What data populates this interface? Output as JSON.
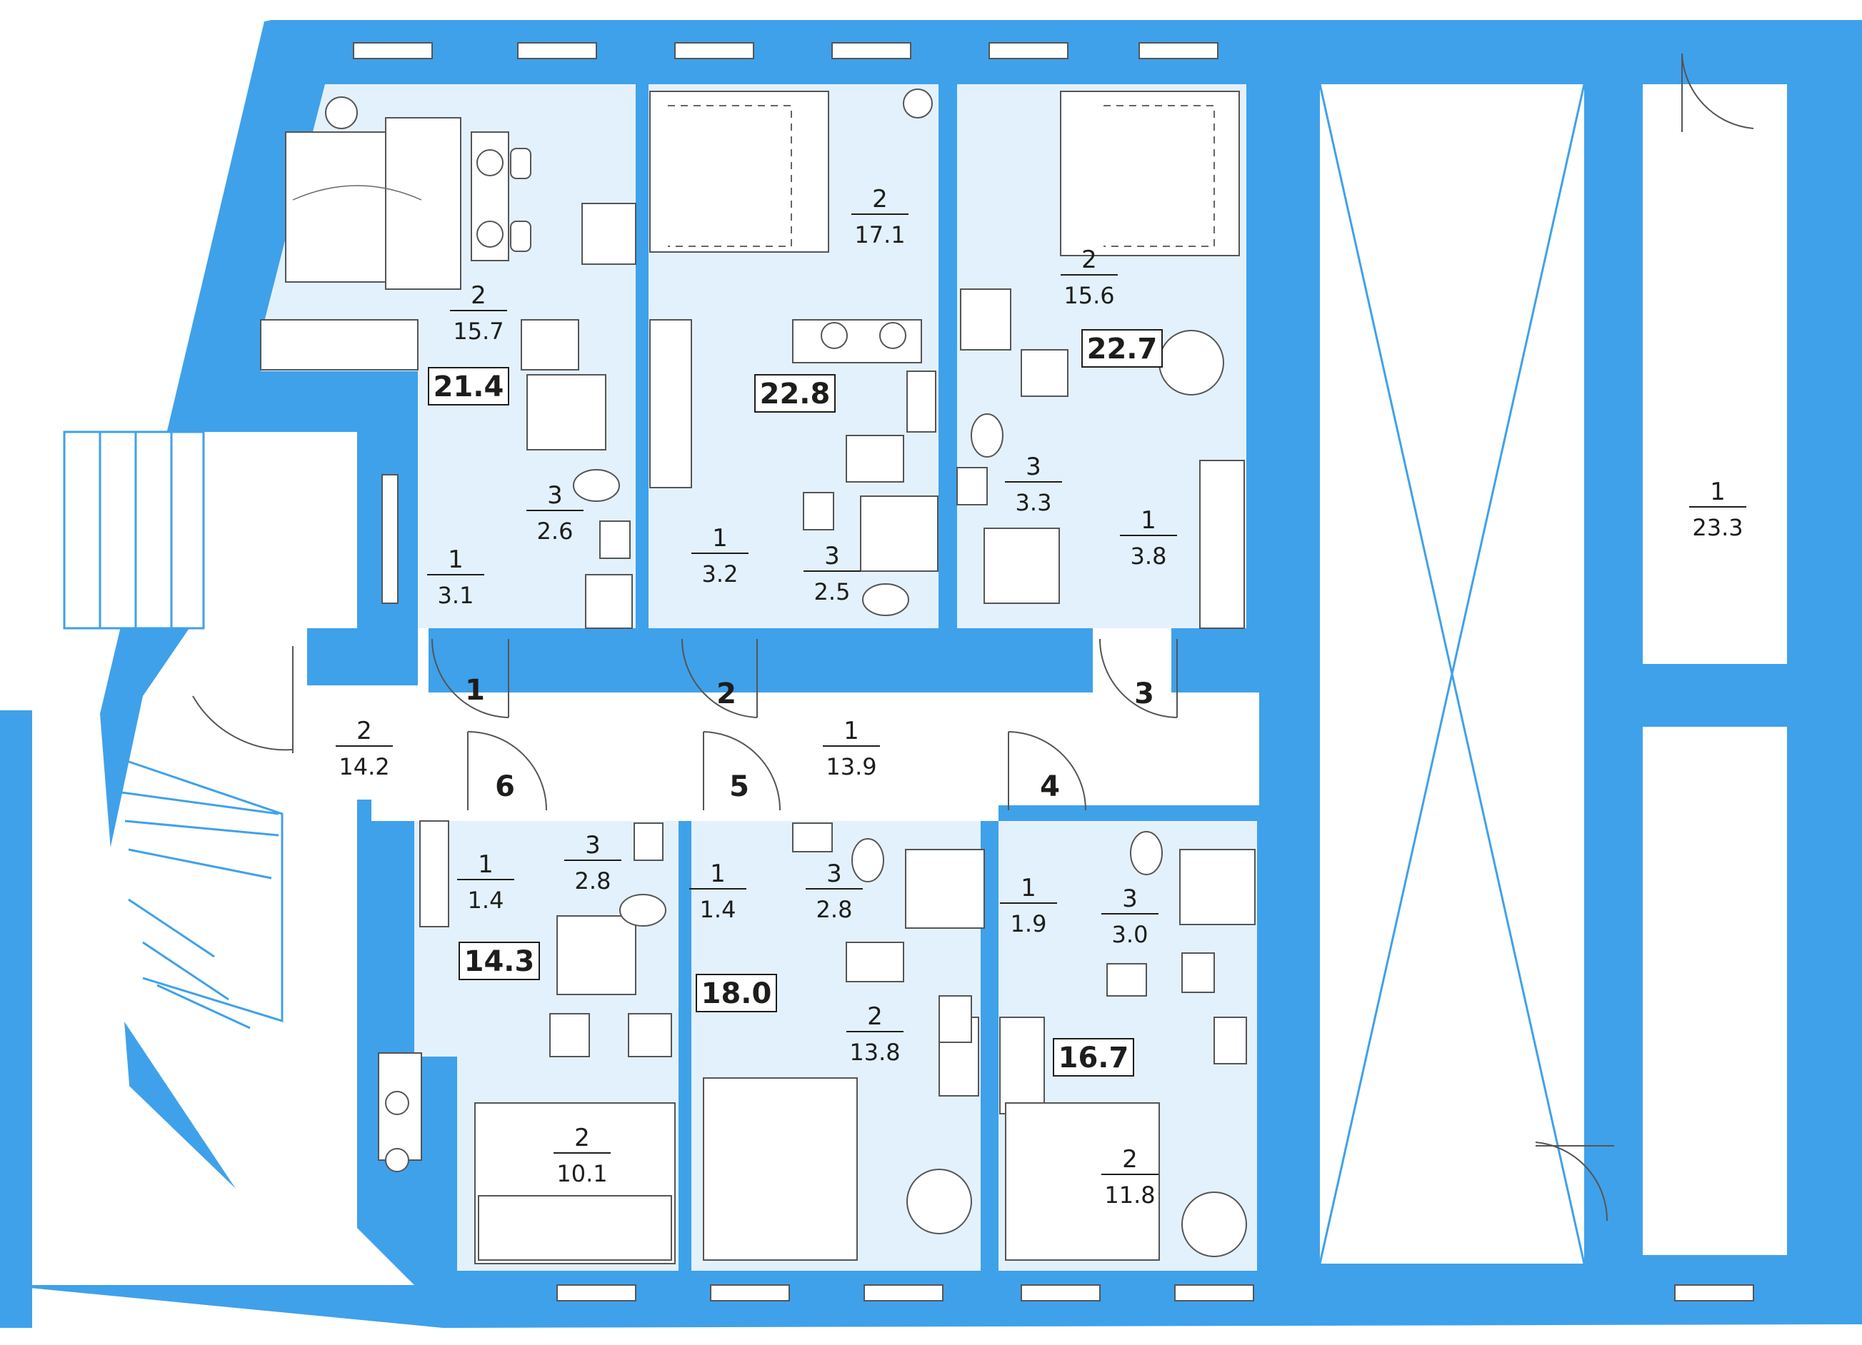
{
  "colors": {
    "wall": "#3fa1ea",
    "room_fill": "#e3f1fc",
    "corridor_fill": "#ffffff",
    "text": "#1d1d1b"
  },
  "apartments": [
    {
      "door": "1",
      "total": "21.4",
      "rooms": [
        {
          "num": "2",
          "area": "15.7"
        },
        {
          "num": "3",
          "area": "2.6"
        },
        {
          "num": "1",
          "area": "3.1"
        }
      ]
    },
    {
      "door": "2",
      "total": "22.8",
      "rooms": [
        {
          "num": "2",
          "area": "17.1"
        },
        {
          "num": "1",
          "area": "3.2"
        },
        {
          "num": "3",
          "area": "2.5"
        }
      ]
    },
    {
      "door": "3",
      "total": "22.7",
      "rooms": [
        {
          "num": "2",
          "area": "15.6"
        },
        {
          "num": "3",
          "area": "3.3"
        },
        {
          "num": "1",
          "area": "3.8"
        }
      ]
    },
    {
      "door": "6",
      "total": "14.3",
      "rooms": [
        {
          "num": "1",
          "area": "1.4"
        },
        {
          "num": "3",
          "area": "2.8"
        },
        {
          "num": "2",
          "area": "10.1"
        }
      ]
    },
    {
      "door": "5",
      "total": "18.0",
      "rooms": [
        {
          "num": "1",
          "area": "1.4"
        },
        {
          "num": "3",
          "area": "2.8"
        },
        {
          "num": "2",
          "area": "13.8"
        }
      ]
    },
    {
      "door": "4",
      "total": "16.7",
      "rooms": [
        {
          "num": "1",
          "area": "1.9"
        },
        {
          "num": "3",
          "area": "3.0"
        },
        {
          "num": "2",
          "area": "11.8"
        }
      ]
    }
  ],
  "common": [
    {
      "num": "2",
      "area": "14.2"
    },
    {
      "num": "1",
      "area": "13.9"
    },
    {
      "num": "1",
      "area": "23.3"
    }
  ],
  "icons": [
    "bed-icon",
    "sofa-icon",
    "table-icon",
    "chair-icon",
    "toilet-icon",
    "shower-icon",
    "sink-icon",
    "stove-icon",
    "plant-icon",
    "wardrobe-icon",
    "window-icon",
    "door-icon",
    "stairs-icon"
  ]
}
